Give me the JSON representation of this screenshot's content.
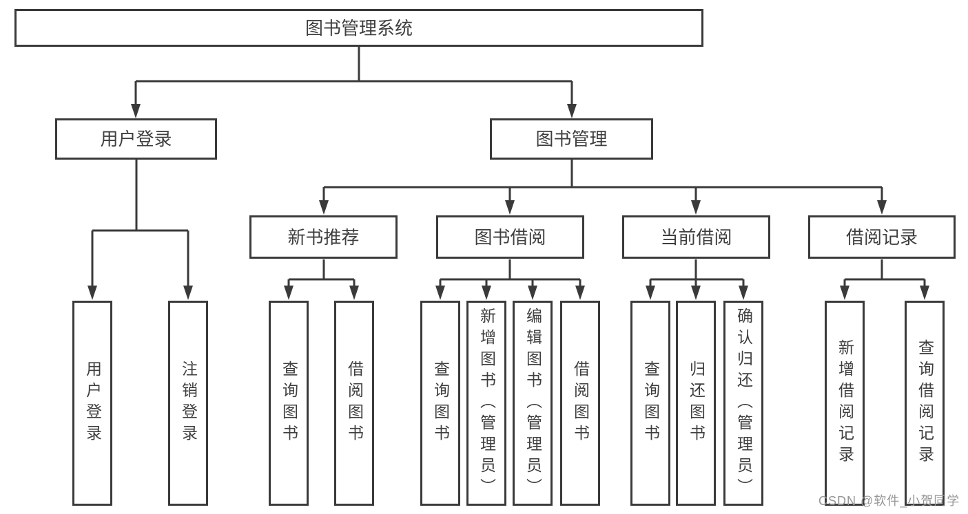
{
  "diagram": {
    "title": "图书管理系统",
    "branches": [
      {
        "label": "用户登录",
        "children": [
          {
            "label": "用户登录"
          },
          {
            "label": "注销登录"
          }
        ]
      },
      {
        "label": "图书管理",
        "children": [
          {
            "label": "新书推荐",
            "children": [
              {
                "label": "查询图书"
              },
              {
                "label": "借阅图书"
              }
            ]
          },
          {
            "label": "图书借阅",
            "children": [
              {
                "label": "查询图书"
              },
              {
                "label": "新增图书（管理员）"
              },
              {
                "label": "编辑图书（管理员）"
              },
              {
                "label": "借阅图书"
              }
            ]
          },
          {
            "label": "当前借阅",
            "children": [
              {
                "label": "查询图书"
              },
              {
                "label": "归还图书"
              },
              {
                "label": "确认归还（管理员）"
              }
            ]
          },
          {
            "label": "借阅记录",
            "children": [
              {
                "label": "新增借阅记录"
              },
              {
                "label": "查询借阅记录"
              }
            ]
          }
        ]
      }
    ]
  },
  "watermark": {
    "text": "CSDN @软件_小贺同学"
  },
  "colors": {
    "line": "#3a3a3a",
    "text": "#3f3f3f",
    "background": "#ffffff",
    "watermark": "#969696"
  }
}
